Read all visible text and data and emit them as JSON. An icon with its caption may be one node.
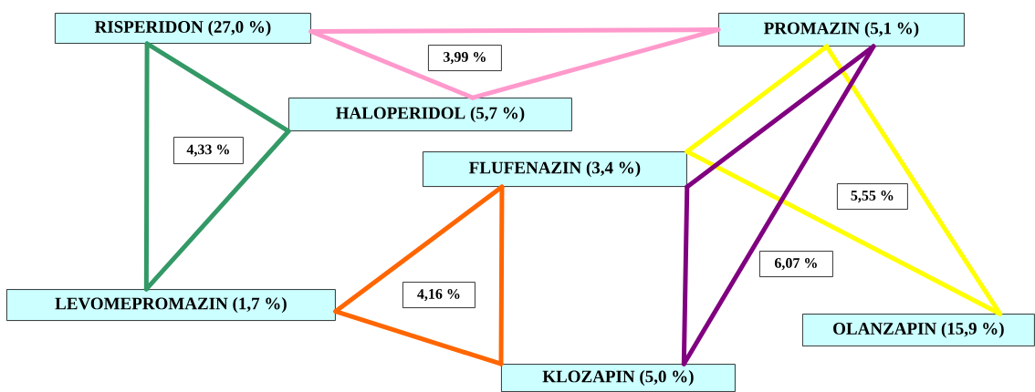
{
  "diagram": {
    "nodes": [
      {
        "text": [
          "RISPERIDON (27,0 %)"
        ]
      },
      {
        "text": [
          "PROMAZIN (5,1 %)"
        ]
      },
      {
        "text": [
          "HALOPERIDOL (5,7 %)"
        ]
      },
      {
        "text": [
          "FLUFENAZIN (3,4 %)"
        ]
      },
      {
        "text": [
          "LEVOMEPROMAZIN (1,7 %)"
        ]
      },
      {
        "text": [
          "OLANZAPIN (15,9 %)"
        ]
      },
      {
        "text": [
          "KLOZAPIN (5,0 %)"
        ]
      },
      {
        "text": [
          "3,99 %"
        ]
      },
      {
        "text": [
          "4,33 %"
        ]
      },
      {
        "text": [
          "4,16 %"
        ]
      },
      {
        "text": [
          "5,55 %"
        ]
      },
      {
        "text": [
          "6,07 %"
        ]
      }
    ],
    "edges": [
      {
        "from": 0,
        "to": 1,
        "arrow": "none",
        "color": "#ff99cc"
      },
      {
        "from": 0,
        "to": 2,
        "arrow": "none",
        "color": "#ff99cc"
      },
      {
        "from": 2,
        "to": 1,
        "arrow": "none",
        "color": "#ff99cc"
      },
      {
        "from": 0,
        "to": 4,
        "arrow": "none",
        "color": "#339966"
      },
      {
        "from": 0,
        "to": 2,
        "arrow": "none",
        "color": "#339966"
      },
      {
        "from": 2,
        "to": 4,
        "arrow": "none",
        "color": "#339966"
      },
      {
        "from": 4,
        "to": 3,
        "arrow": "none",
        "color": "#ff6600"
      },
      {
        "from": 3,
        "to": 6,
        "arrow": "none",
        "color": "#ff6600"
      },
      {
        "from": 4,
        "to": 6,
        "arrow": "none",
        "color": "#ff6600"
      },
      {
        "from": 1,
        "to": 3,
        "arrow": "none",
        "color": "#ffff00"
      },
      {
        "from": 3,
        "to": 5,
        "arrow": "none",
        "color": "#ffff00"
      },
      {
        "from": 1,
        "to": 5,
        "arrow": "none",
        "color": "#ffff00"
      },
      {
        "from": 1,
        "to": 3,
        "arrow": "none",
        "color": "#800080"
      },
      {
        "from": 3,
        "to": 6,
        "arrow": "none",
        "color": "#800080"
      },
      {
        "from": 1,
        "to": 6,
        "arrow": "none",
        "color": "#800080"
      }
    ]
  }
}
